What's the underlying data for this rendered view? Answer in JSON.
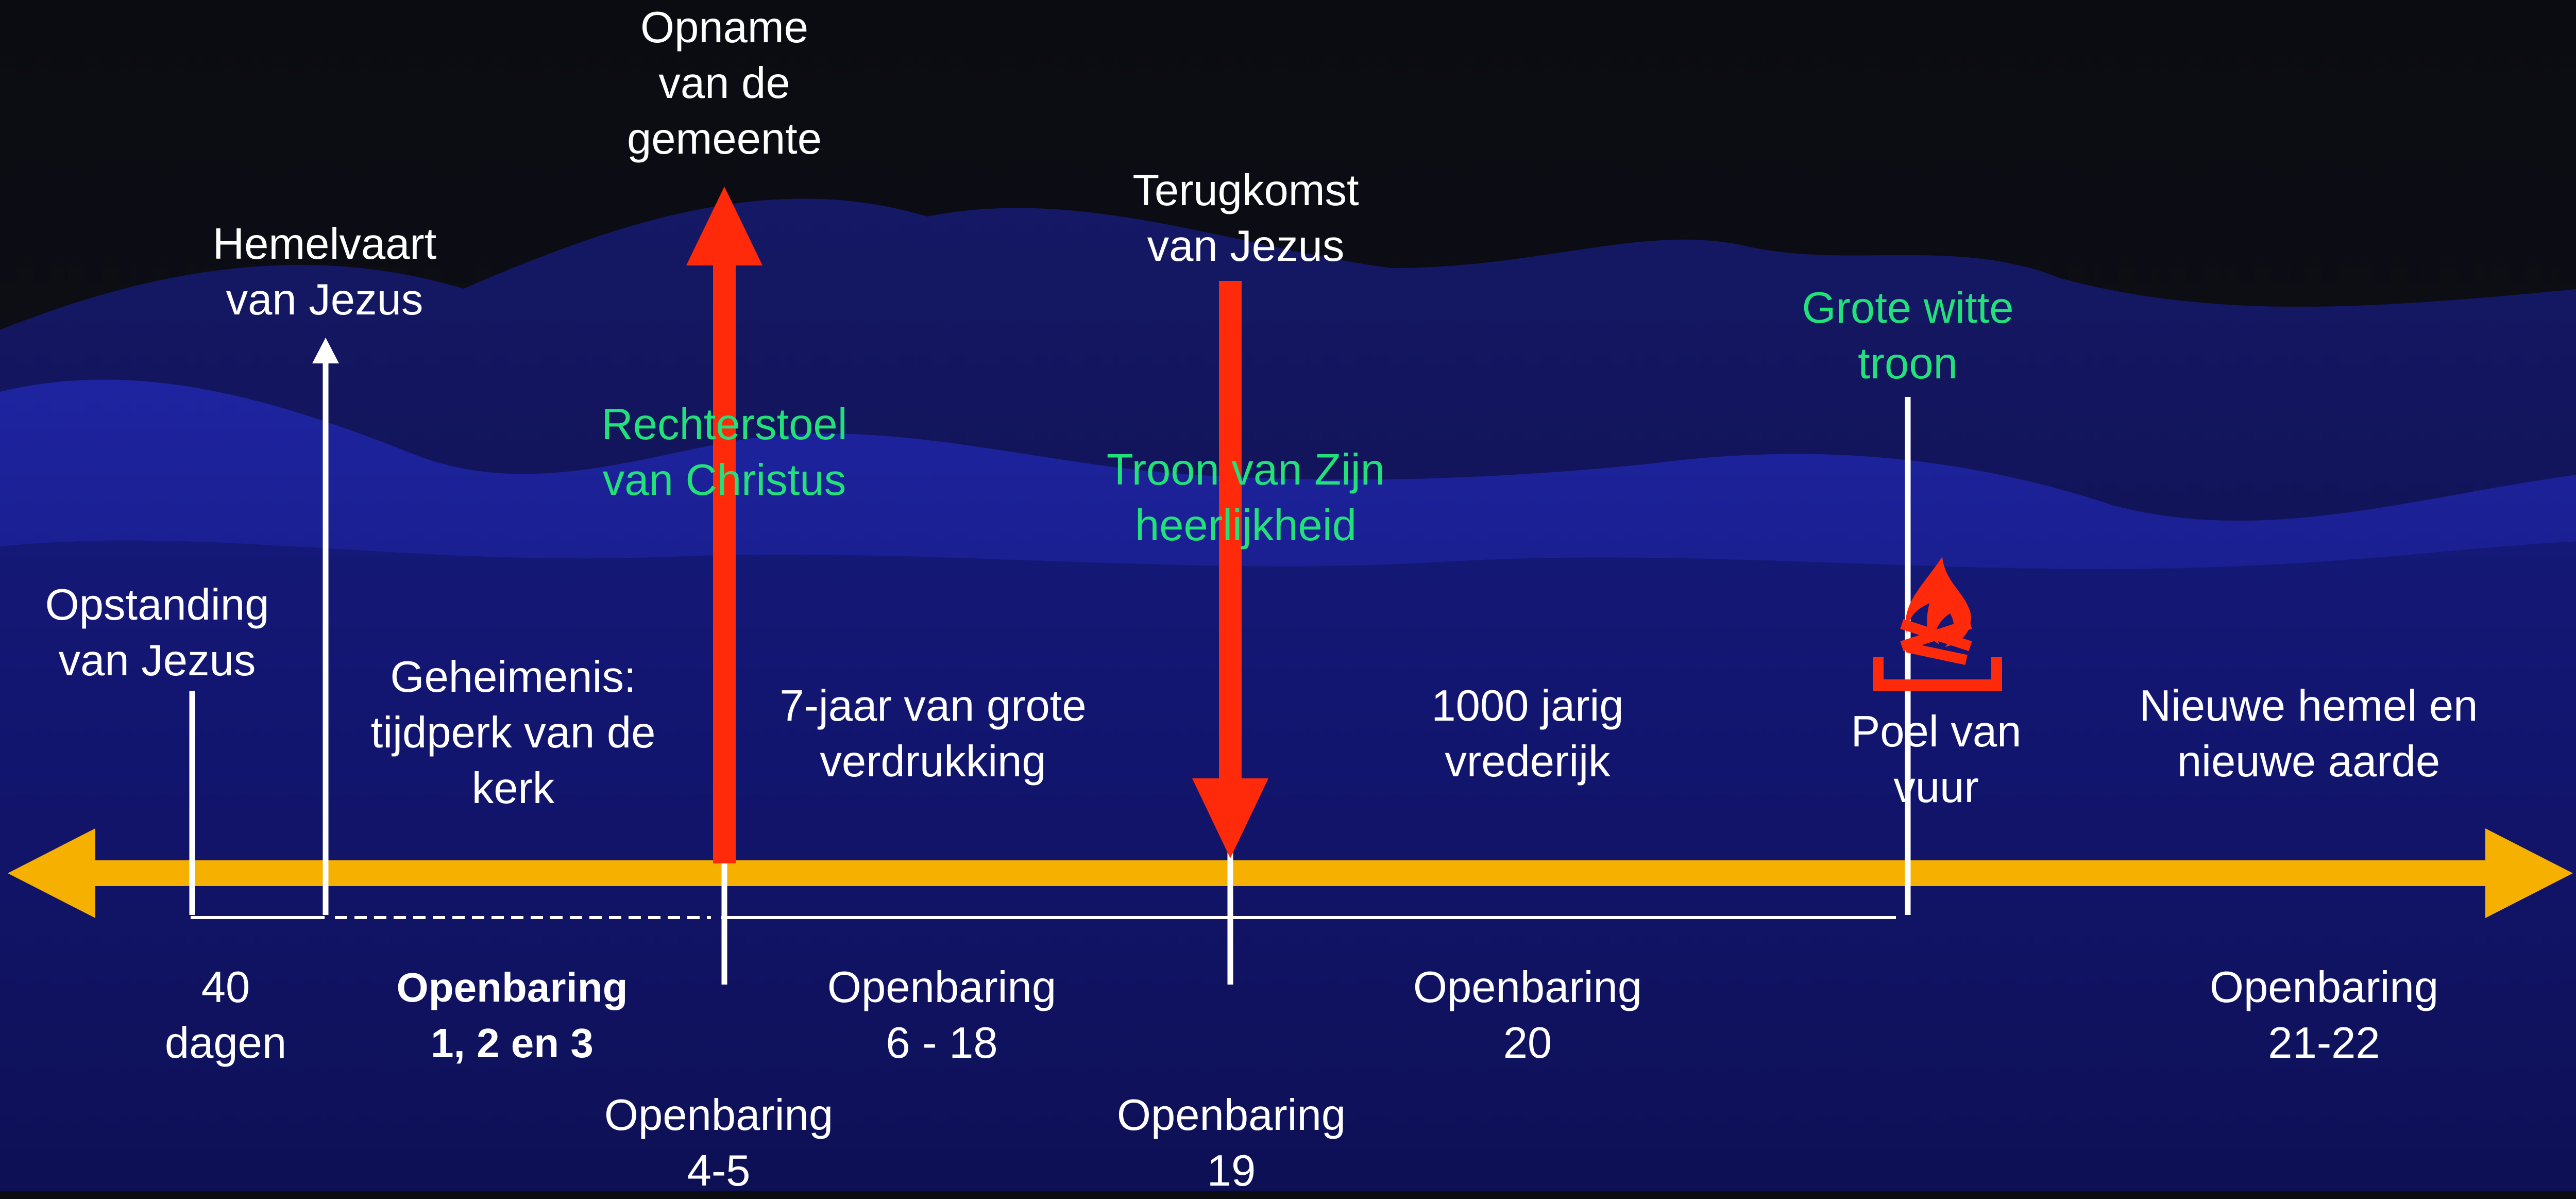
{
  "colors": {
    "background_top": "#0b0b12",
    "background_hills": "#1c2190",
    "timeline_axis": "#f5b000",
    "event_arrows": "#ff2a0a",
    "judgment_labels": "#22e07a",
    "text": "#ffffff",
    "fire_icon": "#ff2a0a"
  },
  "icons": {
    "fire": "fire-icon"
  },
  "events": {
    "opstanding": {
      "line1": "Opstanding",
      "line2": "van Jezus"
    },
    "hemelvaart": {
      "line1": "Hemelvaart",
      "line2": "van Jezus"
    },
    "opname": {
      "line1": "Opname",
      "line2": "van de",
      "line3": "gemeente"
    },
    "terugkomst": {
      "line1": "Terugkomst",
      "line2": "van Jezus"
    },
    "poel": {
      "line1": "Poel van",
      "line2": "vuur"
    }
  },
  "judgments": {
    "rechterstoel": {
      "line1": "Rechterstoel",
      "line2": "van Christus"
    },
    "troon_heerlijkheid": {
      "line1": "Troon van Zijn",
      "line2": "heerlijkheid"
    },
    "grote_witte_troon": {
      "line1": "Grote witte",
      "line2": "troon"
    }
  },
  "periods": {
    "geheimenis": {
      "line1": "Geheimenis:",
      "line2": "tijdperk van de",
      "line3": "kerk"
    },
    "verdrukking": {
      "line1": "7-jaar van grote",
      "line2": "verdrukking"
    },
    "vrederijk": {
      "line1": "1000 jarig",
      "line2": "vrederijk"
    },
    "nieuw": {
      "line1": "Nieuwe hemel en",
      "line2": "nieuwe aarde"
    }
  },
  "references": {
    "veertig": {
      "line1": "40",
      "line2": "dagen"
    },
    "opb_1_3": {
      "line1": "Openbaring",
      "line2": "1, 2 en 3"
    },
    "opb_6_18": {
      "line1": "Openbaring",
      "line2": "6 - 18"
    },
    "opb_20": {
      "line1": "Openbaring",
      "line2": "20"
    },
    "opb_21_22": {
      "line1": "Openbaring",
      "line2": "21-22"
    },
    "opb_4_5": {
      "line1": "Openbaring",
      "line2": "4-5"
    },
    "opb_19": {
      "line1": "Openbaring",
      "line2": "19"
    }
  }
}
